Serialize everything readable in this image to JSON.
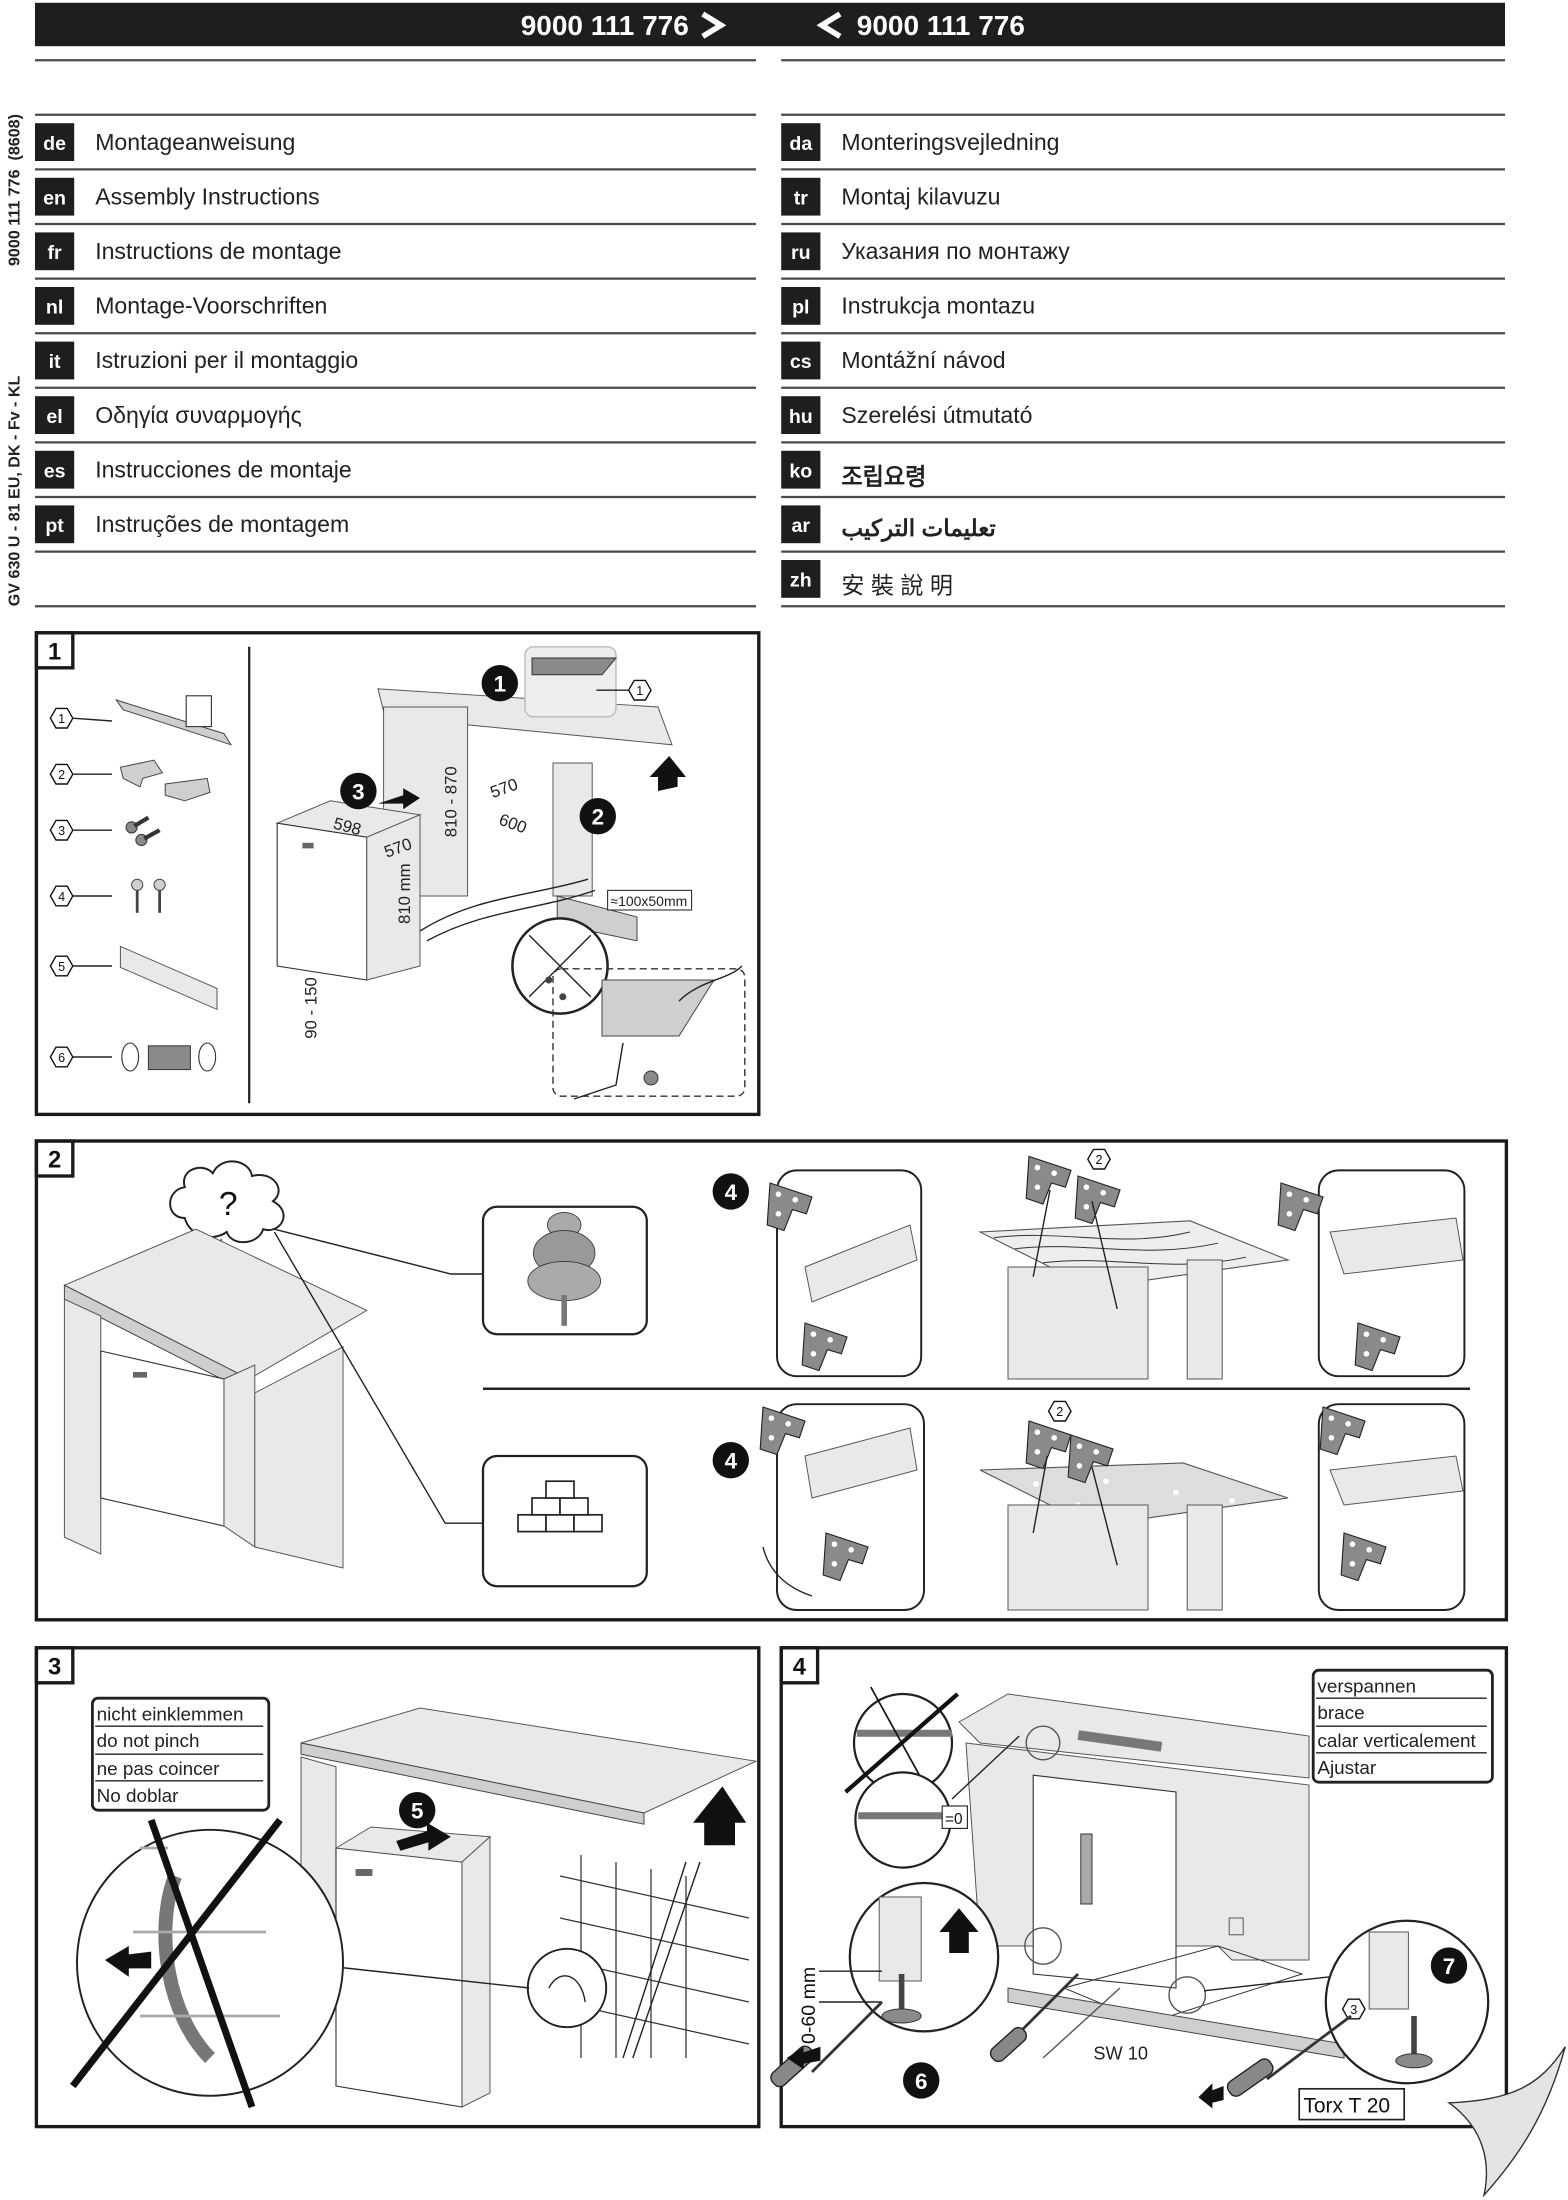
{
  "header": {
    "code_left": "9000 111 776",
    "code_right": "9000 111 776"
  },
  "side_label": {
    "model": "GV 630 U - 81 EU, DK - Fv - KL",
    "part_no": "9000 111 776  (8608)"
  },
  "languages": {
    "left": [
      {
        "code": "de",
        "label": "Montageanweisung"
      },
      {
        "code": "en",
        "label": "Assembly Instructions"
      },
      {
        "code": "fr",
        "label": "Instructions de montage"
      },
      {
        "code": "nl",
        "label": "Montage-Voorschriften"
      },
      {
        "code": "it",
        "label": "Istruzioni per il montaggio"
      },
      {
        "code": "el",
        "label": "Οδηγία συναρμογής"
      },
      {
        "code": "es",
        "label": "Instrucciones de montaje"
      },
      {
        "code": "pt",
        "label": "Instruções de montagem"
      }
    ],
    "right": [
      {
        "code": "da",
        "label": "Monteringsvejledning"
      },
      {
        "code": "tr",
        "label": "Montaj kilavuzu"
      },
      {
        "code": "ru",
        "label": "Указания по монтажу"
      },
      {
        "code": "pl",
        "label": "Instrukcja montazu"
      },
      {
        "code": "cs",
        "label": "Montážní návod"
      },
      {
        "code": "hu",
        "label": "Szerelési útmutató"
      },
      {
        "code": "ko",
        "label": "조립요령"
      },
      {
        "code": "ar",
        "label": "تعليمات التركيب"
      },
      {
        "code": "zh",
        "label": "安 裝 說 明"
      }
    ]
  },
  "panel1": {
    "number": "1",
    "parts": [
      "1",
      "2",
      "3",
      "4",
      "5",
      "6"
    ],
    "callouts": [
      "1",
      "2",
      "3"
    ],
    "inset_part": "1",
    "dims": {
      "w598": "598",
      "d570": "570",
      "h810": "810 mm",
      "plinth": "90 - 150",
      "niche_h": "810 - 870",
      "niche_d": "570",
      "niche_w": "600",
      "hole": "≈100x50mm"
    }
  },
  "panel2": {
    "number": "2",
    "question": "?",
    "callout_top": "4",
    "callout_bottom": "4",
    "part_top": "2",
    "part_bottom": "2"
  },
  "panel3": {
    "number": "3",
    "callout": "5",
    "warnings": [
      "nicht einklemmen",
      "do not pinch",
      "ne pas coincer",
      "No doblar"
    ]
  },
  "panel4": {
    "number": "4",
    "callouts": [
      "6",
      "7"
    ],
    "part": "3",
    "gap": "=0",
    "height_range": "0-60 mm",
    "wrench": "SW 10",
    "tool": "Torx T 20",
    "brace_labels": [
      "verspannen",
      "brace",
      "calar verticalement",
      "Ajustar"
    ]
  }
}
